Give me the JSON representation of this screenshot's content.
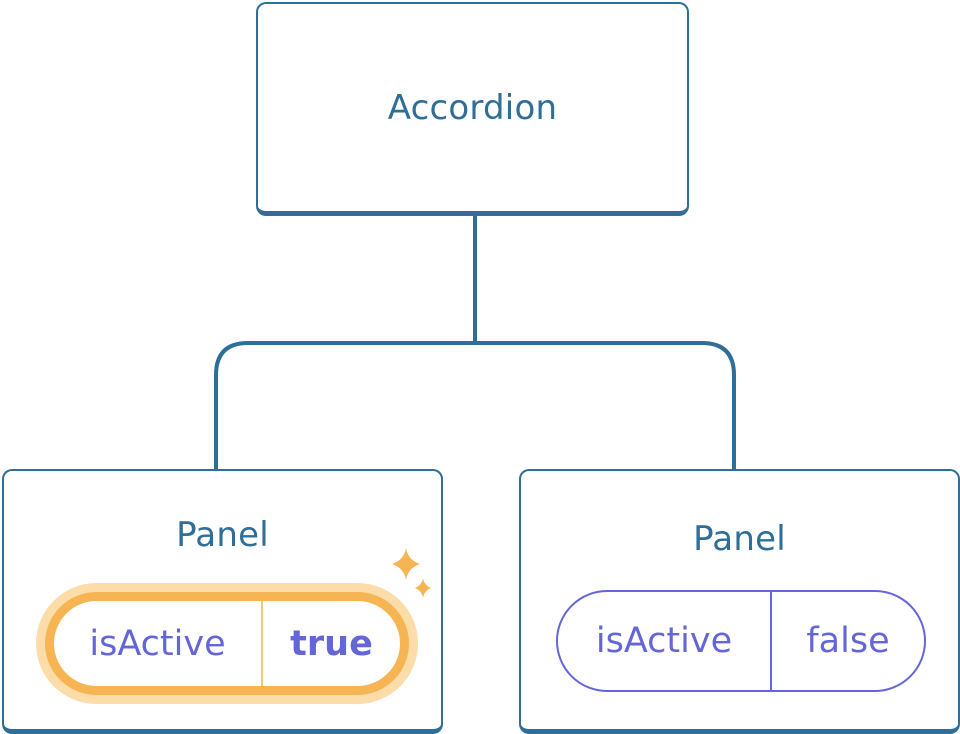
{
  "root": {
    "label": "Accordion"
  },
  "panels": [
    {
      "label": "Panel",
      "state_key": "isActive",
      "state_value": "true",
      "highlighted": true
    },
    {
      "label": "Panel",
      "state_key": "isActive",
      "state_value": "false",
      "highlighted": false
    }
  ],
  "colors": {
    "node_border": "#2f6e96",
    "state_text": "#6466d8",
    "highlight": "#f6b552",
    "highlight_glow": "#fcdca9"
  },
  "icons": {
    "highlight_marker": "sparkle-icon"
  }
}
